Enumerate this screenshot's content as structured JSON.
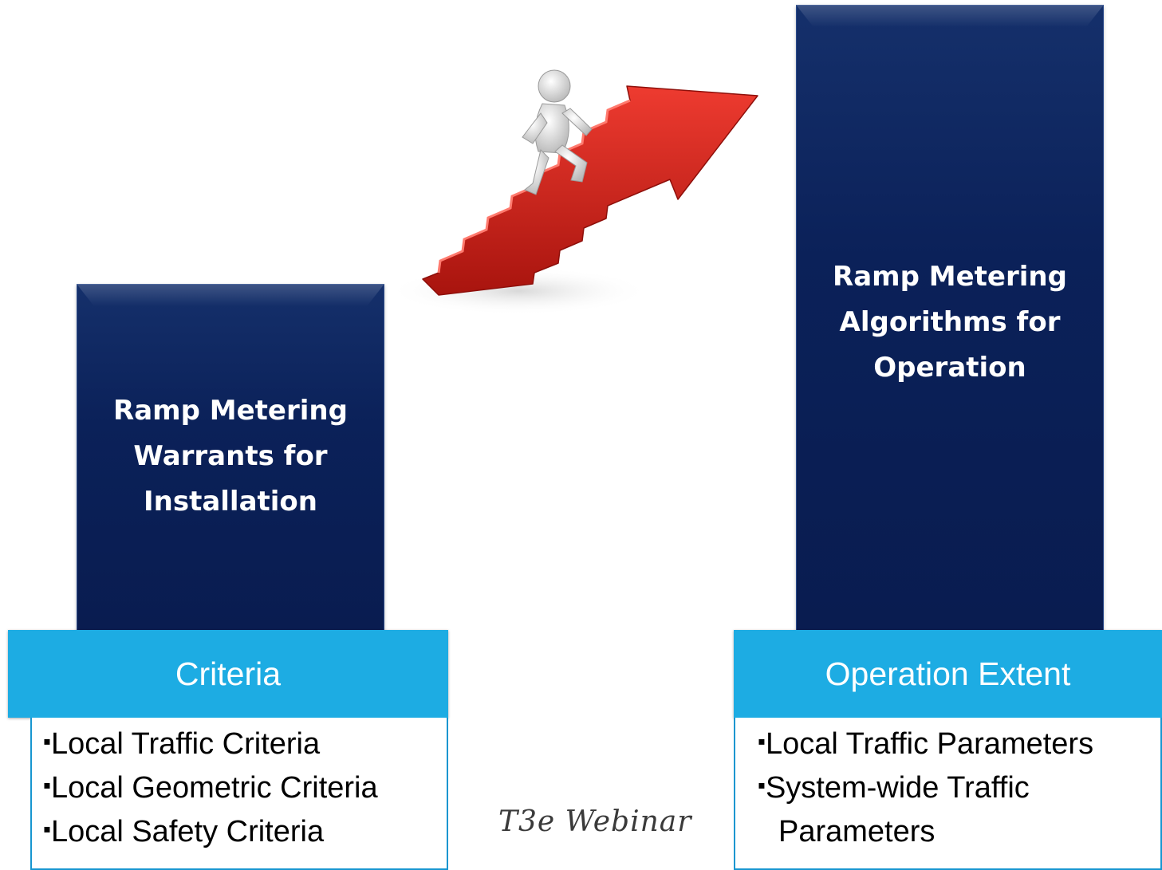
{
  "left": {
    "title": "Ramp Metering\nWarrants for\nInstallation",
    "header": "Criteria",
    "items": [
      "Local Traffic Criteria",
      "Local Geometric Criteria",
      "Local Safety Criteria"
    ]
  },
  "right": {
    "title": "Ramp Metering\nAlgorithms for\nOperation",
    "header": "Operation Extent",
    "items": [
      "Local Traffic Parameters",
      "System-wide Traffic",
      "Parameters"
    ]
  },
  "illustration": {
    "icon": "person-climbing-stairs-arrow-icon",
    "arrow_color": "#d42a20"
  },
  "colors": {
    "pillar": "#0b2159",
    "header_bar": "#1dace3",
    "border": "#1796d0"
  },
  "watermark": "T3e Webinar"
}
